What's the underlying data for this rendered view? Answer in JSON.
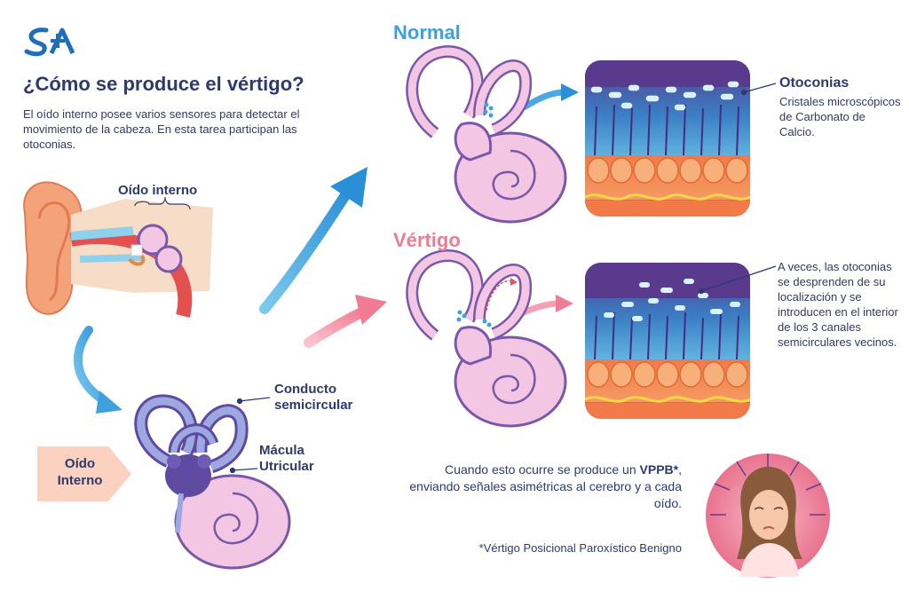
{
  "logo": {
    "text": "S+A"
  },
  "title": "¿Cómo se produce el vértigo?",
  "intro": "El oído interno posee varios sensores para detectar el movimiento de la cabeza. En esta tarea participan las otoconias.",
  "labels": {
    "oido_interno_top": "Oído interno",
    "badge_line1": "Oído",
    "badge_line2": "Interno",
    "conducto_line1": "Conducto",
    "conducto_line2": "semicircular",
    "macula_line1": "Mácula",
    "macula_line2": "Utricular"
  },
  "normal": {
    "title": "Normal",
    "otoconias_title": "Otoconias",
    "otoconias_desc": "Cristales microscópicos de Carbonato de Calcio."
  },
  "vertigo": {
    "title": "Vértigo",
    "desc": "A veces, las otoconias se desprenden de su localización y se introducen en el interior de los 3 canales semicirculares vecinos."
  },
  "vppb": {
    "prefix": "Cuando esto ocurre se produce un",
    "term": "VPPB*",
    "suffix": ", enviando señales asimétricas al cerebro y a cada oído."
  },
  "footnote": "*Vértigo Posicional Paroxístico Benigno",
  "colors": {
    "navy": "#2e3a6e",
    "blue_accent": "#3fa1dc",
    "pink_accent": "#f07b93",
    "ear_pink": "#f3c7e4",
    "ear_outline": "#7a58a8",
    "tissue_purple": "#5a3a8c",
    "cell_orange": "#f08a52"
  }
}
